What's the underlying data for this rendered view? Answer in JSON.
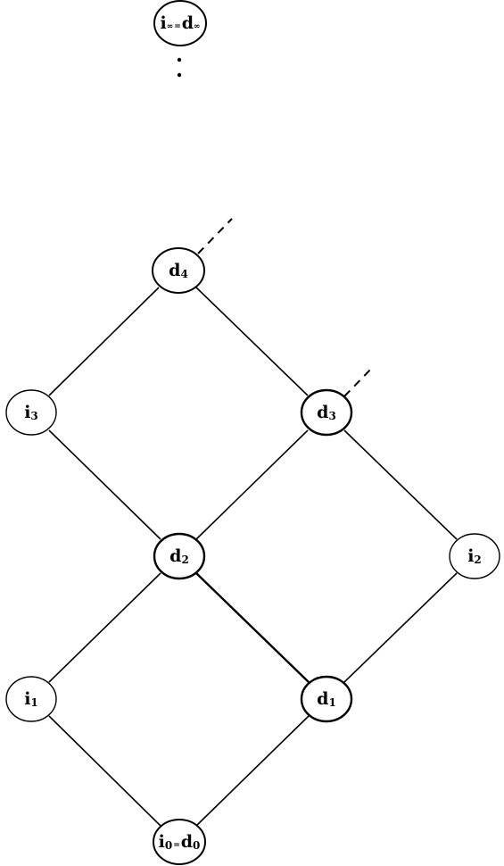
{
  "nodes": {
    "top": {
      "main": "i",
      "sub": "∞",
      "eq": "=",
      "main2": "d",
      "sub2": "∞"
    },
    "d4": {
      "main": "d",
      "sub": "4"
    },
    "i3": {
      "main": "i",
      "sub": "3"
    },
    "d3": {
      "main": "d",
      "sub": "3"
    },
    "d2": {
      "main": "d",
      "sub": "2"
    },
    "i2": {
      "main": "i",
      "sub": "2"
    },
    "i1": {
      "main": "i",
      "sub": "1"
    },
    "d1": {
      "main": "d",
      "sub": "1"
    },
    "bottom": {
      "main": "i",
      "sub": "0",
      "eq": "=",
      "main2": "d",
      "sub2": "0"
    }
  }
}
